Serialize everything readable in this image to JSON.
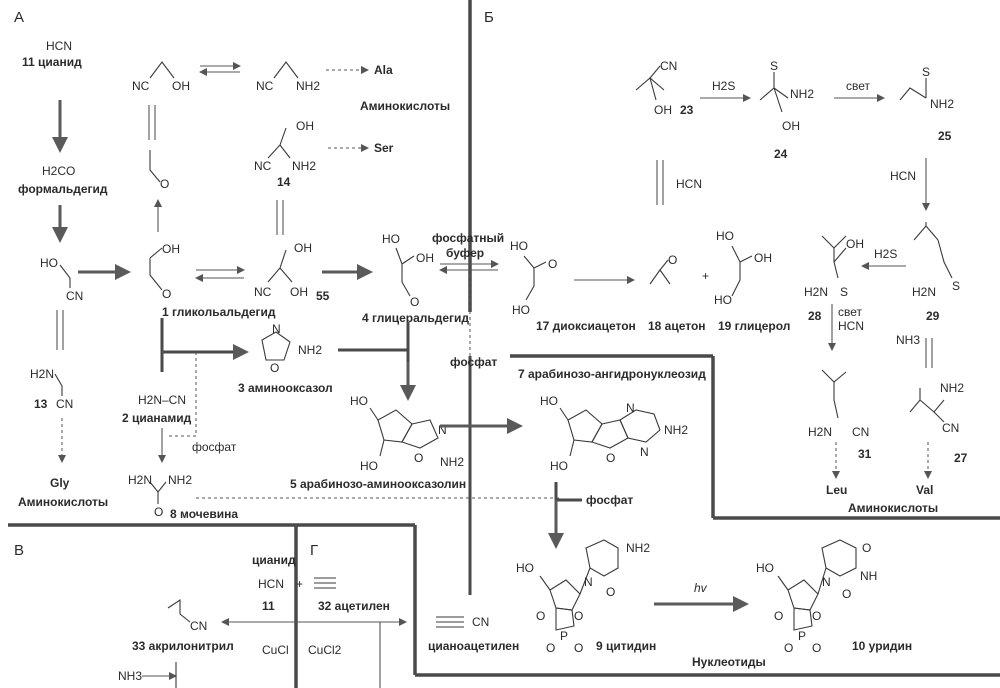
{
  "sections": {
    "a": "А",
    "b": "Б",
    "v": "В",
    "g": "Г"
  },
  "labels": {
    "hcn_top": "HCN",
    "cyanide": "11 цианид",
    "h2co": "H2CO",
    "formaldehyde": "формальдегид",
    "ho_left": "HO",
    "cn_left": "CN",
    "nc_oh": "NC",
    "oh_top": "OH",
    "nc_nh2": "NC",
    "nh2_top": "NH2",
    "ala": "Ala",
    "aminoacids_top": "Аминокислоты",
    "oh_ser": "OH",
    "nc_ser": "NC",
    "nh2_ser": "NH2",
    "n14": "14",
    "ser": "Ser",
    "glycol_oh": "OH",
    "glycol_o": "O",
    "glycolaldehyde": "1 гликольальдегид",
    "ho55": "OH",
    "nc55": "NC",
    "oh55": "OH",
    "n55": "55",
    "glycer_ho": "HO",
    "glycer_oh": "OH",
    "glycer_o": "O",
    "glyceraldehyde": "4 глицеральдегид",
    "phosphate_buffer_1": "фосфатный",
    "phosphate_buffer_2": "буфер",
    "dha_ho": "HO",
    "dha_o": "O",
    "dha_oh": "HO",
    "dihydroxyacetone": "17 диоксиацетон",
    "acetone_o": "O",
    "acetone": "18 ацетон",
    "plus": "+",
    "glycerol_ho": "HO",
    "glycerol_oh": "OH",
    "glycerol_ho2": "HO",
    "glycerol": "19 глицерол",
    "phosphate_mid": "фосфат",
    "h2n_13": "H2N",
    "cn_13": "CN",
    "n13": "13",
    "gly": "Gly",
    "aminoacids_left": "Аминокислоты",
    "aminooxazole_n": "N",
    "aminooxazole_o": "O",
    "aminooxazole_nh2": "NH2",
    "aminooxazole": "3 аминооксазол",
    "cyanamide_formula": "H2N–CN",
    "cyanamide": "2 цианамид",
    "phosphate_small": "фосфат",
    "urea_h2n": "H2N",
    "urea_nh2": "NH2",
    "urea_o": "O",
    "urea": "8 мочевина",
    "arab_ho": "HO",
    "arab_ho2": "HO",
    "arab_n": "N",
    "arab_o": "O",
    "arab_nh2": "NH2",
    "arabinose_aminooxazoline": "5 арабинозо-аминооксазолин",
    "anhydro": "7 арабинозо-ангидронуклеозид",
    "anh_ho": "HO",
    "anh_ho2": "HO",
    "anh_n": "N",
    "anh_n2": "N",
    "anh_o": "O",
    "anh_nh2": "NH2",
    "phosphate_right": "фосфат",
    "cn_23": "CN",
    "oh_23": "OH",
    "n23": "23",
    "h2s_1": "H2S",
    "s_24": "S",
    "nh2_24": "NH2",
    "oh_24": "OH",
    "n24": "24",
    "light_1": "свет",
    "s_25": "S",
    "nh2_25": "NH2",
    "n25": "25",
    "hcn_mid": "HCN",
    "hcn_right": "HCN",
    "oh_28": "OH",
    "h2n_28": "H2N",
    "s_28": "S",
    "n28": "28",
    "h2s_2": "H2S",
    "h2n_29": "H2N",
    "s_29": "S",
    "n29": "29",
    "light_2": "свет",
    "hcn_light": "HCN",
    "nh3_right": "NH3",
    "h2n_31": "H2N",
    "cn_31": "CN",
    "n31": "31",
    "nh2_27": "NH2",
    "cn_27": "CN",
    "n27": "27",
    "leu": "Leu",
    "val": "Val",
    "aminoacids_right": "Аминокислоты",
    "cyanide_g": "цианид",
    "hcn_g": "HCN",
    "plus_g": "+",
    "n11": "11",
    "acetylene": "32 ацетилен",
    "acrylonitrile_cn": "CN",
    "acrylonitrile": "33 акрилонитрил",
    "cucl": "CuCl",
    "cucl2": "CuCl2",
    "nh3_bottom": "NH3",
    "cyanoacetylene_cn": "CN",
    "cyanoacetylene": "цианоацетилен",
    "cyt_nh2": "NH2",
    "cyt_n": "N",
    "cyt_o": "O",
    "cyt_ho": "HO",
    "cyt_o1": "O",
    "cyt_o2": "O",
    "cyt_p": "P",
    "cyt_oo": "O",
    "cyt_o3": "O",
    "cytidine": "9 цитидин",
    "hv": "hv",
    "nucleotides": "Нуклеотиды",
    "uri_o": "O",
    "uri_nh": "NH",
    "uri_n": "N",
    "uri_o2": "O",
    "uri_ho": "HO",
    "uri_o3": "O",
    "uri_o4": "O",
    "uri_p": "P",
    "uri_oo": "O",
    "uri_o5": "O",
    "uridine": "10 уридин"
  }
}
